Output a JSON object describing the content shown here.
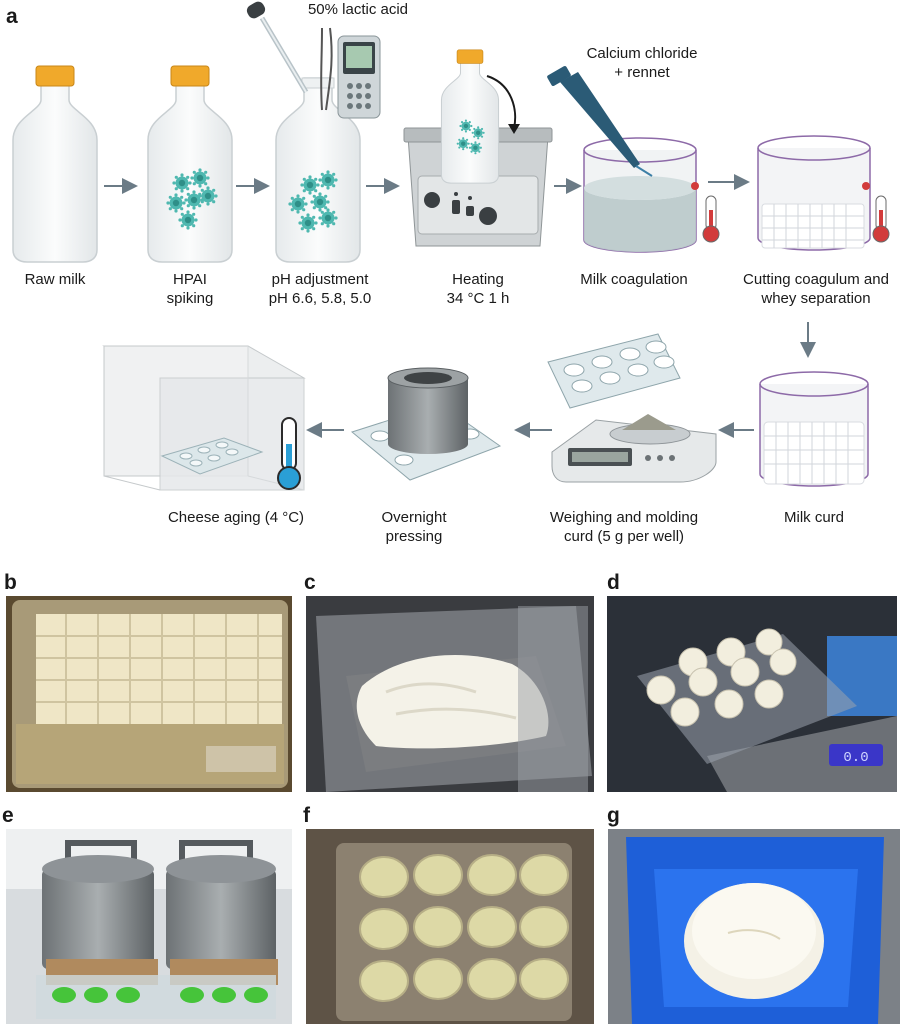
{
  "panel_a": {
    "letter": "a",
    "steps": {
      "raw_milk": "Raw milk",
      "hpai_line1": "HPAI",
      "hpai_line2": "spiking",
      "ph_line1": "pH adjustment",
      "ph_line2": "pH 6.6, 5.8, 5.0",
      "heat_line1": "Heating",
      "heat_line2": "34 °C 1 h",
      "coag": "Milk coagulation",
      "cut_line1": "Cutting coagulum and",
      "cut_line2": "whey separation",
      "curd": "Milk curd",
      "weigh_line1": "Weighing and molding",
      "weigh_line2": "curd (5 g per well)",
      "press_line1": "Overnight",
      "press_line2": "pressing",
      "aging": "Cheese aging (4 °C)"
    },
    "reagents": {
      "acid": "50% lactic acid",
      "cacl_line1": "Calcium chloride",
      "cacl_line2": "+ rennet"
    },
    "colors": {
      "cap": "#f0a92b",
      "virus": "#4fb8b0",
      "arrow": "#6b7b86",
      "pipette": "#2b5b76",
      "thermo_red": "#d23b3b",
      "thermo_blue": "#2a9fd6",
      "container_outline": "#8d6aa8"
    }
  },
  "photo_panels": [
    {
      "letter": "b"
    },
    {
      "letter": "c"
    },
    {
      "letter": "d",
      "scale_readout": "0.0"
    },
    {
      "letter": "e"
    },
    {
      "letter": "f"
    },
    {
      "letter": "g"
    }
  ]
}
